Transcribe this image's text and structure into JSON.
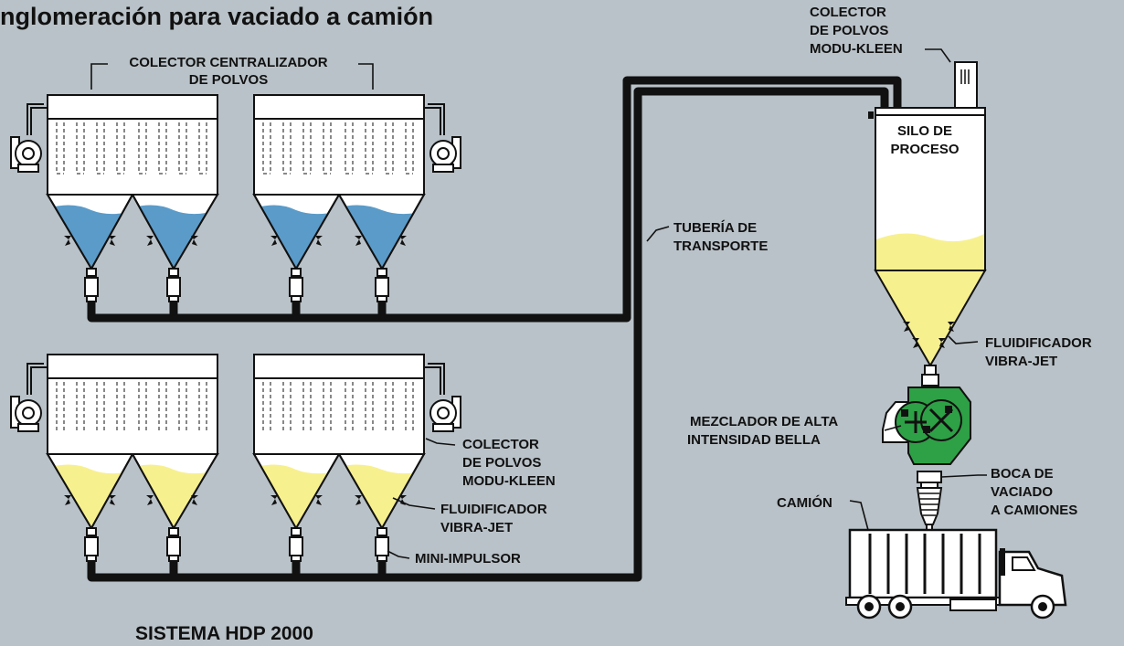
{
  "title": "nglomeración para vaciado a camión",
  "system_name": "SISTEMA HDP 2000",
  "labels": {
    "colector_centralizador": [
      "COLECTOR CENTRALIZADOR",
      "DE POLVOS"
    ],
    "colector_top": [
      "COLECTOR",
      "DE POLVOS",
      "MODU-KLEEN"
    ],
    "silo": [
      "SILO DE",
      "PROCESO"
    ],
    "tuberia": [
      "TUBERÍA DE",
      "TRANSPORTE"
    ],
    "fluidificador_right": [
      "FLUIDIFICADOR",
      "VIBRA-JET"
    ],
    "mezclador": [
      "MEZCLADOR DE ALTA",
      "INTENSIDAD BELLA"
    ],
    "boca": [
      "BOCA DE",
      "VACIADO",
      "A CAMIONES"
    ],
    "camion": "CAMIÓN",
    "colector_lower": [
      "COLECTOR",
      "DE POLVOS",
      "MODU-KLEEN"
    ],
    "fluidificador_lower": [
      "FLUIDIFICADOR",
      "VIBRA-JET"
    ],
    "mini_impulsor": "MINI-IMPULSOR"
  },
  "colors": {
    "background": "#b9c2c8",
    "dust_blue": "#5b9bc9",
    "product_yellow": "#f7f08e",
    "mixer_green": "#2ea046",
    "line": "#111111",
    "equipment": "#ffffff"
  }
}
